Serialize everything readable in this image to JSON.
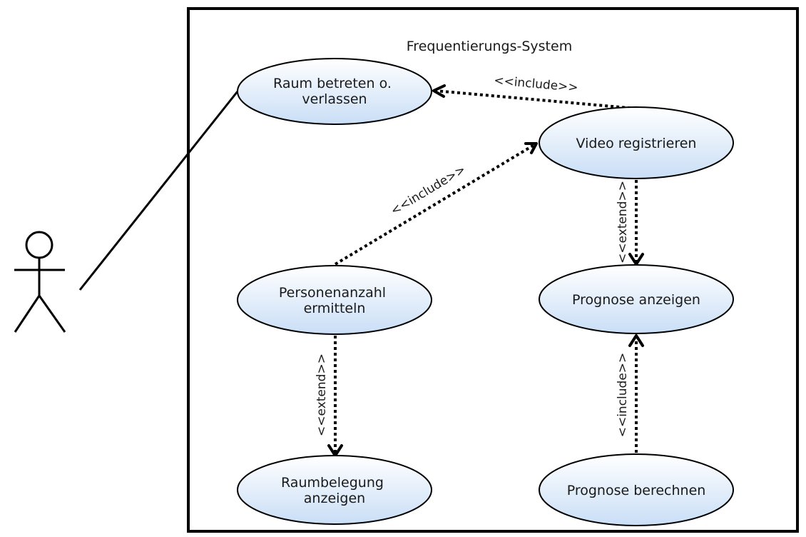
{
  "system": {
    "title": "Frequentierungs-System"
  },
  "use_cases": {
    "raum": [
      "Raum betreten o.",
      "verlassen"
    ],
    "video": [
      "Video registrieren"
    ],
    "personen": [
      "Personenanzahl",
      "ermitteln"
    ],
    "prognose_anzeigen": [
      "Prognose anzeigen"
    ],
    "raumbelegung": [
      "Raumbelegung",
      "anzeigen"
    ],
    "prognose_berechnen": [
      "Prognose berechnen"
    ]
  },
  "relations": {
    "video_raum": "<<include>>",
    "personen_video": "<<include>>",
    "video_prognose": "<<extend>>",
    "personen_raumbelegung": "<<extend>>",
    "berechnen_anzeigen": "<<include>>"
  },
  "colors": {
    "ellipse_top": "#ffffff",
    "ellipse_bottom": "#cfe3f8",
    "stroke": "#000000"
  }
}
